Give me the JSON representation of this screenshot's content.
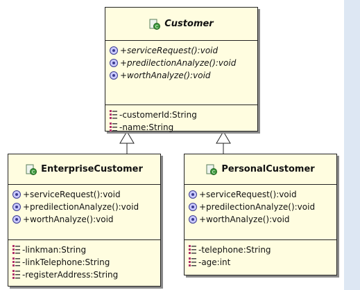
{
  "classes": {
    "customer": {
      "name": "Customer",
      "operations": [
        "+serviceRequest():void",
        "+predilectionAnalyze():void",
        "+worthAnalyze():void"
      ],
      "attributes": [
        "-customerId:String",
        "-name:String"
      ]
    },
    "enterprise": {
      "name": "EnterpriseCustomer",
      "operations": [
        "+serviceRequest():void",
        "+predilectionAnalyze():void",
        "+worthAnalyze():void"
      ],
      "attributes": [
        "-linkman:String",
        "-linkTelephone:String",
        "-registerAddress:String"
      ]
    },
    "personal": {
      "name": "PersonalCustomer",
      "operations": [
        "+serviceRequest():void",
        "+predilectionAnalyze():void",
        "+worthAnalyze():void"
      ],
      "attributes": [
        "-telephone:String",
        "-age:int"
      ]
    }
  },
  "relations": [
    {
      "type": "generalization",
      "from": "EnterpriseCustomer",
      "to": "Customer"
    },
    {
      "type": "generalization",
      "from": "PersonalCustomer",
      "to": "Customer"
    }
  ],
  "colors": {
    "class_fill": "#fffde0",
    "border": "#222222",
    "shadow": "#8a8a8a",
    "page_strip": "#dde7f3"
  }
}
